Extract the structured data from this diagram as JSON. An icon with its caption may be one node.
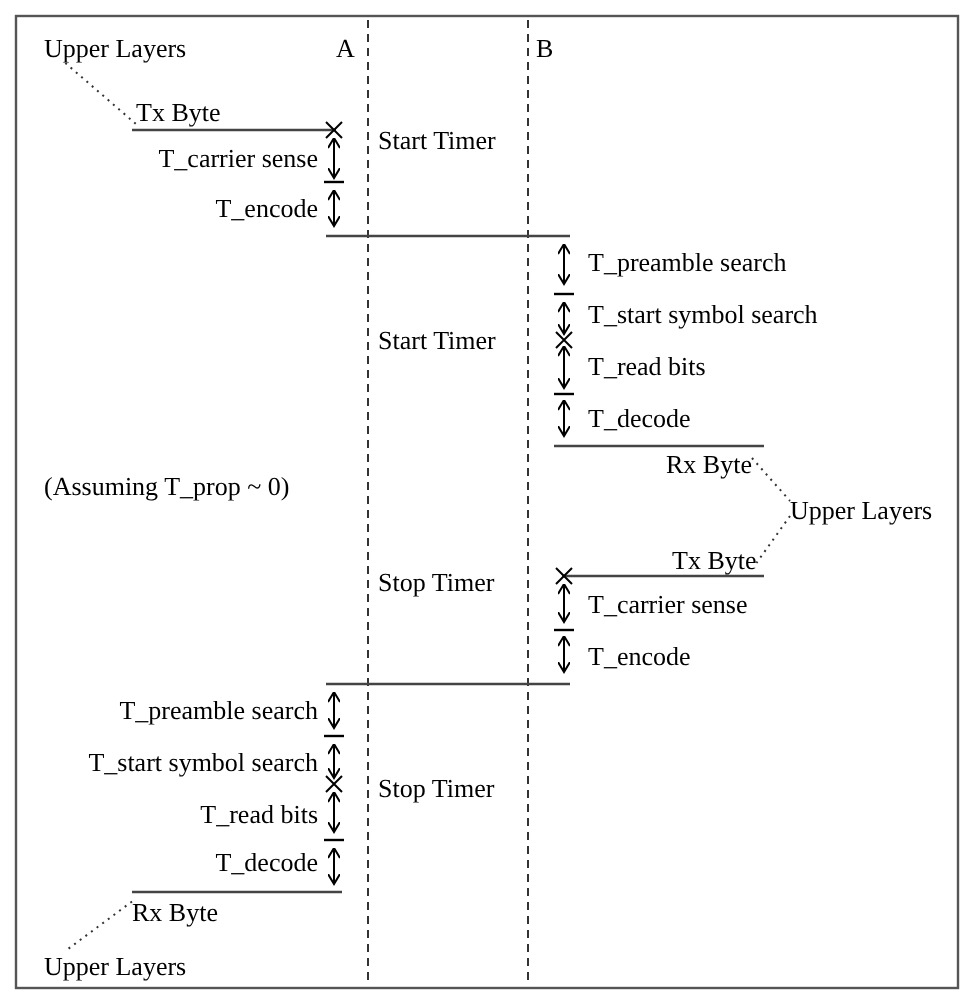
{
  "diagram": {
    "nodes": [
      {
        "text": [
          "Upper Layers"
        ]
      },
      {
        "text": [
          "Tx Byte"
        ]
      },
      {
        "text": [
          "Rx Byte"
        ]
      },
      {
        "text": [
          "Upper Layers"
        ]
      },
      {
        "text": [
          "Tx Byte"
        ]
      },
      {
        "text": [
          "Rx Byte"
        ]
      },
      {
        "text": [
          "Upper Layers"
        ]
      }
    ],
    "edges": [
      {
        "from": 0,
        "to": 1,
        "arrow": "none",
        "style": "dashed"
      },
      {
        "from": 2,
        "to": 3,
        "arrow": "none",
        "style": "dashed"
      },
      {
        "from": 3,
        "to": 4,
        "arrow": "none",
        "style": "dashed"
      },
      {
        "from": 5,
        "to": 6,
        "arrow": "none",
        "style": "dashed"
      }
    ],
    "labels": [
      "A",
      "B",
      "T_carrier sense",
      "Start Timer",
      "T_encode",
      "T_preamble search",
      "T_start symbol search",
      "Start Timer",
      "T_read bits",
      "T_decode",
      "(Assuming T_prop ~ 0)",
      "Stop Timer",
      "T_carrier sense",
      "T_encode",
      "T_preamble search",
      "T_start symbol search",
      "Stop Timer",
      "T_read bits",
      "T_decode"
    ]
  }
}
